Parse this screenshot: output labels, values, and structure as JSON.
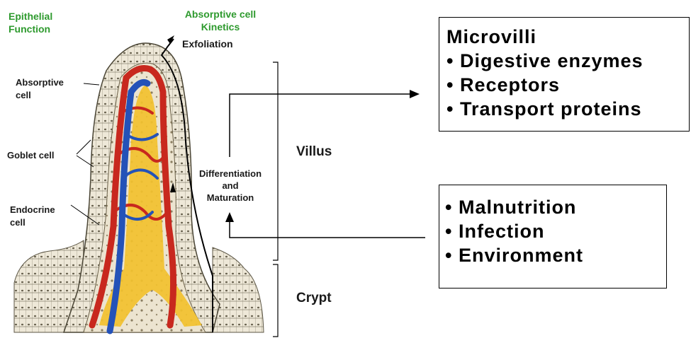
{
  "labels": {
    "epithelial_function": "Epithelial\nFunction",
    "kinetics": "Absorptive cell\nKinetics",
    "exfoliation": "Exfoliation",
    "absorptive_cell": "Absorptive\ncell",
    "goblet_cell": "Goblet cell",
    "endocrine_cell": "Endocrine\ncell",
    "differentiation": "Differentiation\nand\nMaturation",
    "villus": "Villus",
    "crypt": "Crypt"
  },
  "top_box": {
    "title": "Microvilli",
    "items": [
      "• Digestive enzymes",
      "• Receptors",
      "• Transport proteins"
    ]
  },
  "bottom_box": {
    "items": [
      "• Malnutrition",
      "• Infection",
      "• Environment"
    ]
  },
  "colors": {
    "green_label": "#2e9a2e",
    "artery": "#c8281e",
    "vein": "#2452b8",
    "lacteal": "#f2c12e",
    "tissue": "#ece6d6"
  }
}
